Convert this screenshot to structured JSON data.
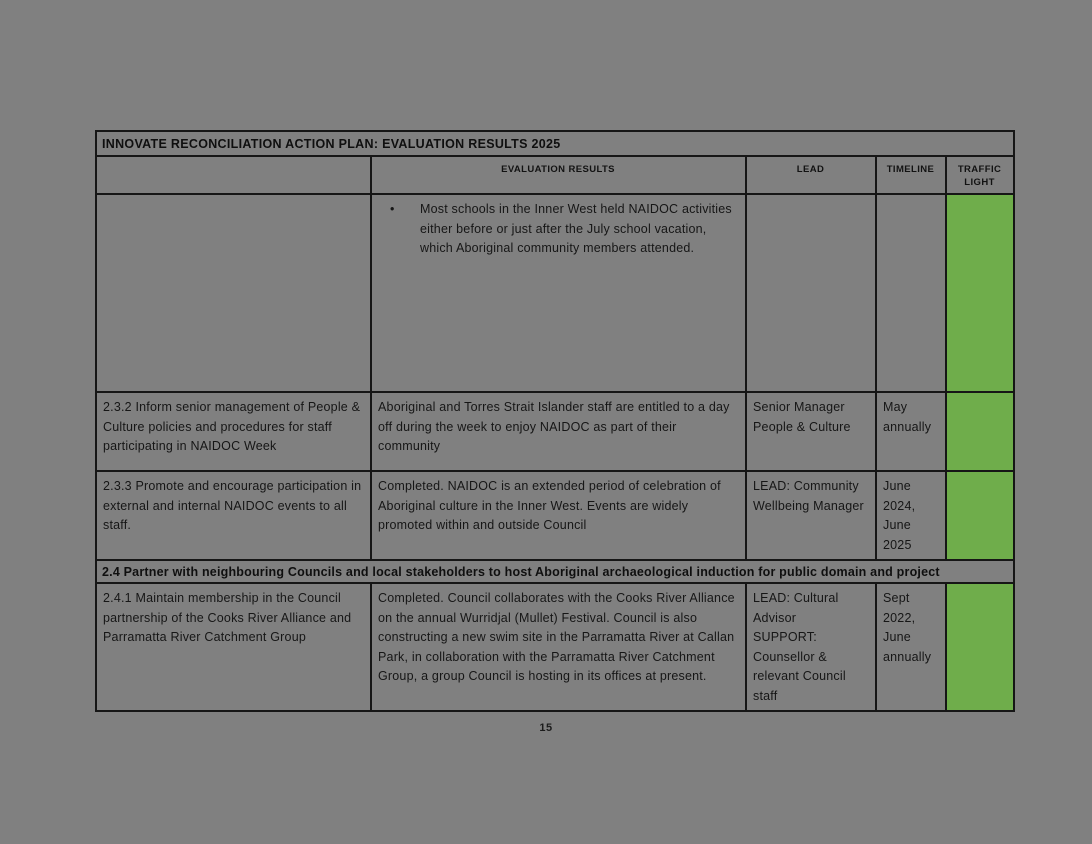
{
  "page": {
    "background_color": "#808080",
    "page_number": "15"
  },
  "table": {
    "title": "INNOVATE RECONCILIATION ACTION PLAN: EVALUATION RESULTS 2025",
    "headers": {
      "action": "",
      "evaluation": "EVALUATION RESULTS",
      "lead": "LEAD",
      "timeline": "TIMELINE",
      "traffic_light": "TRAFFIC LIGHT"
    },
    "bullet_marker": "•",
    "colors": {
      "traffic_green": "#6fad4b",
      "border": "#161616",
      "light_text": "#f1f1f1"
    },
    "rows": [
      {
        "action": "",
        "evaluation_bullet": "Most schools in the Inner West held NAIDOC activities either before or just after the July school vacation, which Aboriginal community members attended.",
        "lead": "",
        "timeline": "",
        "traffic_status": "green"
      },
      {
        "action": "2.3.2 Inform senior management of People & Culture policies and procedures for staff participating in NAIDOC Week",
        "evaluation": "Aboriginal and Torres Strait Islander staff are entitled to a day off during the week to enjoy NAIDOC as part of their community",
        "lead": "Senior Manager People & Culture",
        "timeline": "May annually",
        "traffic_status": "green"
      },
      {
        "action": "2.3.3 Promote and encourage participation in external and internal NAIDOC events to all staff.",
        "evaluation": "Completed. NAIDOC is an extended period of celebration of Aboriginal culture in the Inner West. Events are widely promoted within and outside Council",
        "lead": "LEAD: Community Wellbeing Manager",
        "timeline": "June 2024, June 2025",
        "traffic_status": "green"
      },
      {
        "action": "2.4.1 Maintain membership in the Council partnership of the Cooks River Alliance and Parramatta River Catchment Group",
        "evaluation": "Completed. Council collaborates with the Cooks River Alliance on the annual Wurridjal (Mullet) Festival. Council is also constructing a new swim site in the Parramatta River at Callan Park, in collaboration with the Parramatta River Catchment Group, a group Council is hosting in its offices at present.",
        "lead_lines": {
          "0": "LEAD: Cultural Advisor",
          "1": "SUPPORT:",
          "2": "Counsellor & relevant Council staff"
        },
        "timeline": "Sept 2022, June annually",
        "traffic_status": "green"
      }
    ],
    "section_row": "2.4 Partner with neighbouring Councils and local stakeholders to host Aboriginal archaeological induction for public domain and project"
  }
}
